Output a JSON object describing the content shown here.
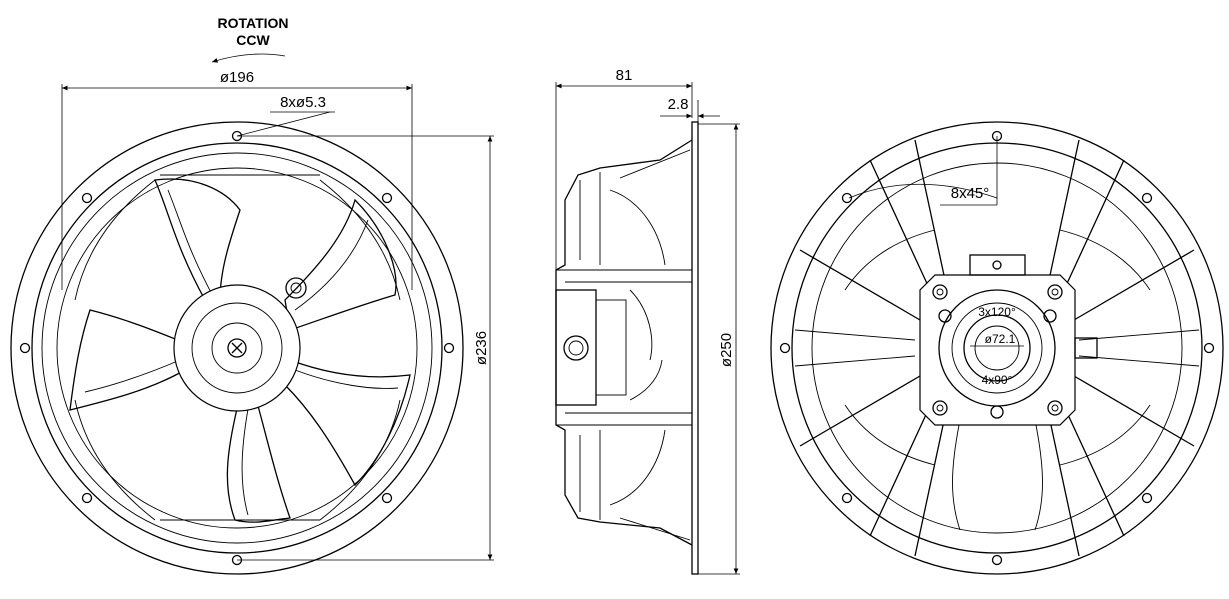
{
  "rotation": {
    "label": "ROTATION",
    "direction": "CCW"
  },
  "front_view": {
    "dim_inner_diameter": "ø196",
    "dim_holes": "8xø5.3",
    "dim_outer_diameter": "ø236"
  },
  "side_view": {
    "dim_depth": "81",
    "dim_flange": "2.8",
    "dim_flange_diameter": "ø250"
  },
  "rear_view": {
    "dim_hole_pitch": "8x45°",
    "dim_hub_top": "3x120°",
    "dim_hub_diameter": "ø72.1",
    "dim_hub_bottom": "4x90°"
  }
}
